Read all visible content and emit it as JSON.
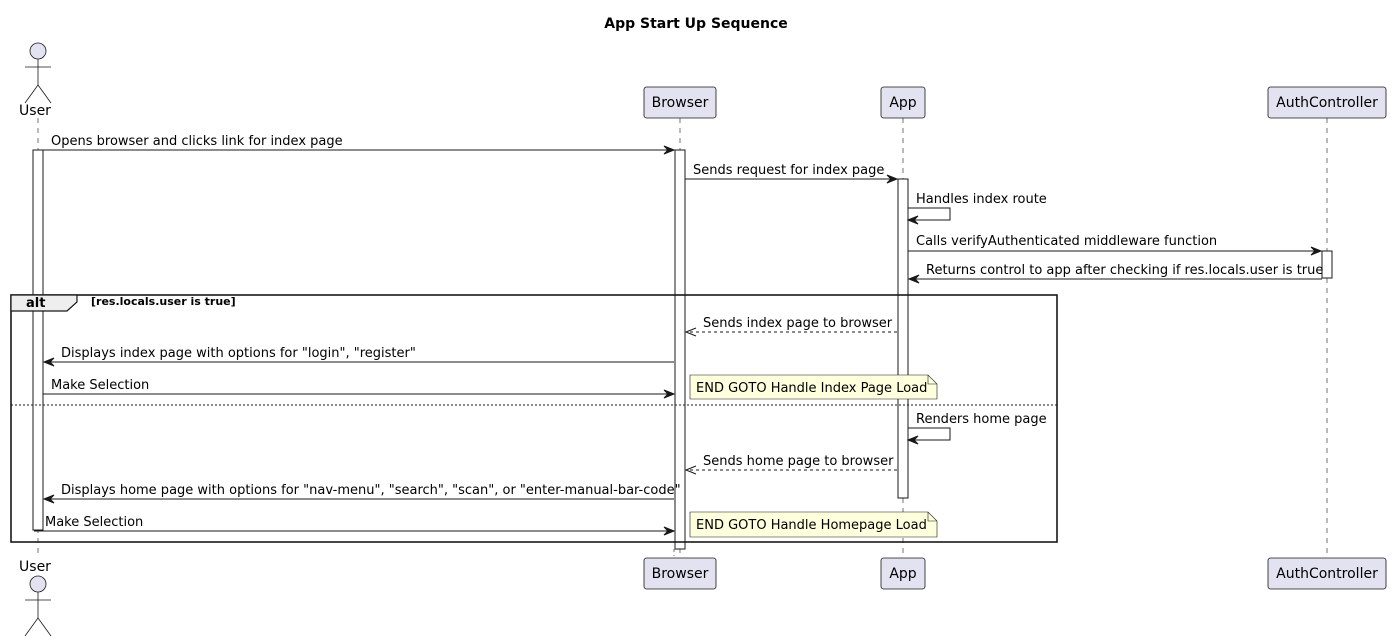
{
  "title": "App Start Up Sequence",
  "participants": [
    {
      "id": "user",
      "label": "User",
      "kind": "actor"
    },
    {
      "id": "browser",
      "label": "Browser",
      "kind": "participant"
    },
    {
      "id": "app",
      "label": "App",
      "kind": "participant"
    },
    {
      "id": "auth",
      "label": "AuthController",
      "kind": "participant"
    }
  ],
  "messages": [
    {
      "from": "user",
      "to": "browser",
      "text": "Opens browser and clicks link for index page",
      "style": "solid"
    },
    {
      "from": "browser",
      "to": "app",
      "text": "Sends request for index page",
      "style": "solid"
    },
    {
      "from": "app",
      "to": "app",
      "text": "Handles index route",
      "style": "solid"
    },
    {
      "from": "app",
      "to": "auth",
      "text": "Calls verifyAuthenticated middleware function",
      "style": "solid"
    },
    {
      "from": "auth",
      "to": "app",
      "text": "Returns control to app after checking if res.locals.user is true",
      "style": "solid"
    },
    {
      "from": "app",
      "to": "browser",
      "text": "Sends index page to browser",
      "style": "dashed"
    },
    {
      "from": "browser",
      "to": "user",
      "text": "Displays index page with options for \"login\", \"register\"",
      "style": "solid"
    },
    {
      "from": "user",
      "to": "browser",
      "text": "Make Selection",
      "style": "solid"
    },
    {
      "from": "app",
      "to": "app",
      "text": "Renders home page",
      "style": "solid"
    },
    {
      "from": "app",
      "to": "browser",
      "text": "Sends home page to browser",
      "style": "dashed"
    },
    {
      "from": "browser",
      "to": "user",
      "text": "Displays home page with options for \"nav-menu\", \"search\", \"scan\", or \"enter-manual-bar-code\"",
      "style": "solid"
    },
    {
      "from": "user",
      "to": "browser",
      "text": "Make Selection",
      "style": "solid"
    }
  ],
  "fragment": {
    "operator": "alt",
    "condition": "[res.locals.user is true]"
  },
  "notes": [
    {
      "text": "END GOTO Handle Index Page Load"
    },
    {
      "text": "END GOTO Handle Homepage Load"
    }
  ],
  "colors": {
    "participant_fill": "#E2E2F0",
    "participant_border": "#181818",
    "note_fill": "#FEFFDD",
    "lifeline": "#181818",
    "line": "#181818"
  }
}
